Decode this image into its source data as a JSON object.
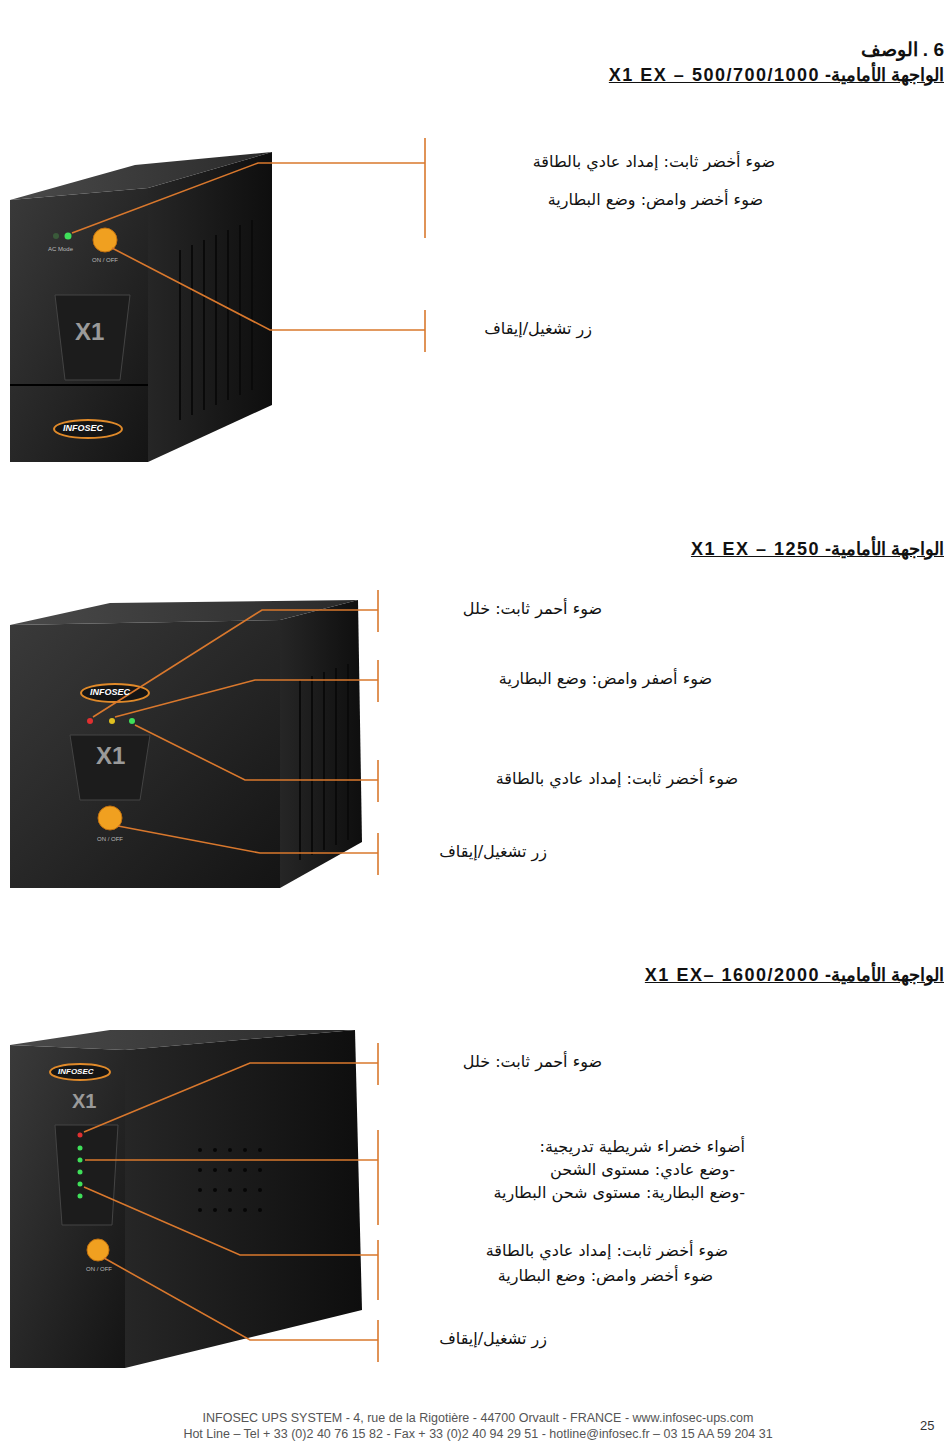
{
  "diagram": {
    "title": "6 . الوصف",
    "labels": [
      "الواجهة الأمامية- X1 EX – 500/700/1000",
      "ضوء أخضر ثابت: إمداد عادي بالطاقة",
      "ضوء أخضر وامض: وضع البطارية",
      "زر تشغيل/إيقاف",
      "الواجهة الأمامية- X1 EX – 1250",
      "ضوء أحمر ثابت: خلل",
      "ضوء أصفر وامض: وضع البطارية",
      "ضوء أخضر ثابت: إمداد عادي بالطاقة",
      "زر تشغيل/إيقاف",
      "الواجهة الأمامية- X1 EX– 1600/2000",
      "ضوء أحمر ثابت: خلل",
      "أضواء خضراء شريطية تدريجية:",
      "-وضع عادي: مستوى الشحن",
      "-وضع البطارية: مستوى شحن البطارية",
      "ضوء أخضر ثابت: إمداد عادي بالطاقة",
      "ضوء أخضر وامض: وضع البطارية",
      "زر تشغيل/إيقاف",
      "INFOSEC UPS SYSTEM - 4, rue de la Rigotière - 44700 Orvault - FRANCE - www.infosec-ups.com",
      "Hot Line – Tel + 33 (0)2 40 76 15 82 - Fax + 33 (0)2 40 94 29 51 - hotline@infosec.fr – 03 15 AA 59 204 31",
      "25",
      "AC Mode",
      "ON / OFF",
      "X1",
      "INFOSEC",
      "INFOSEC",
      "X1",
      "ON / OFF",
      "INFOSEC",
      "X1",
      "ON / OFF"
    ]
  }
}
